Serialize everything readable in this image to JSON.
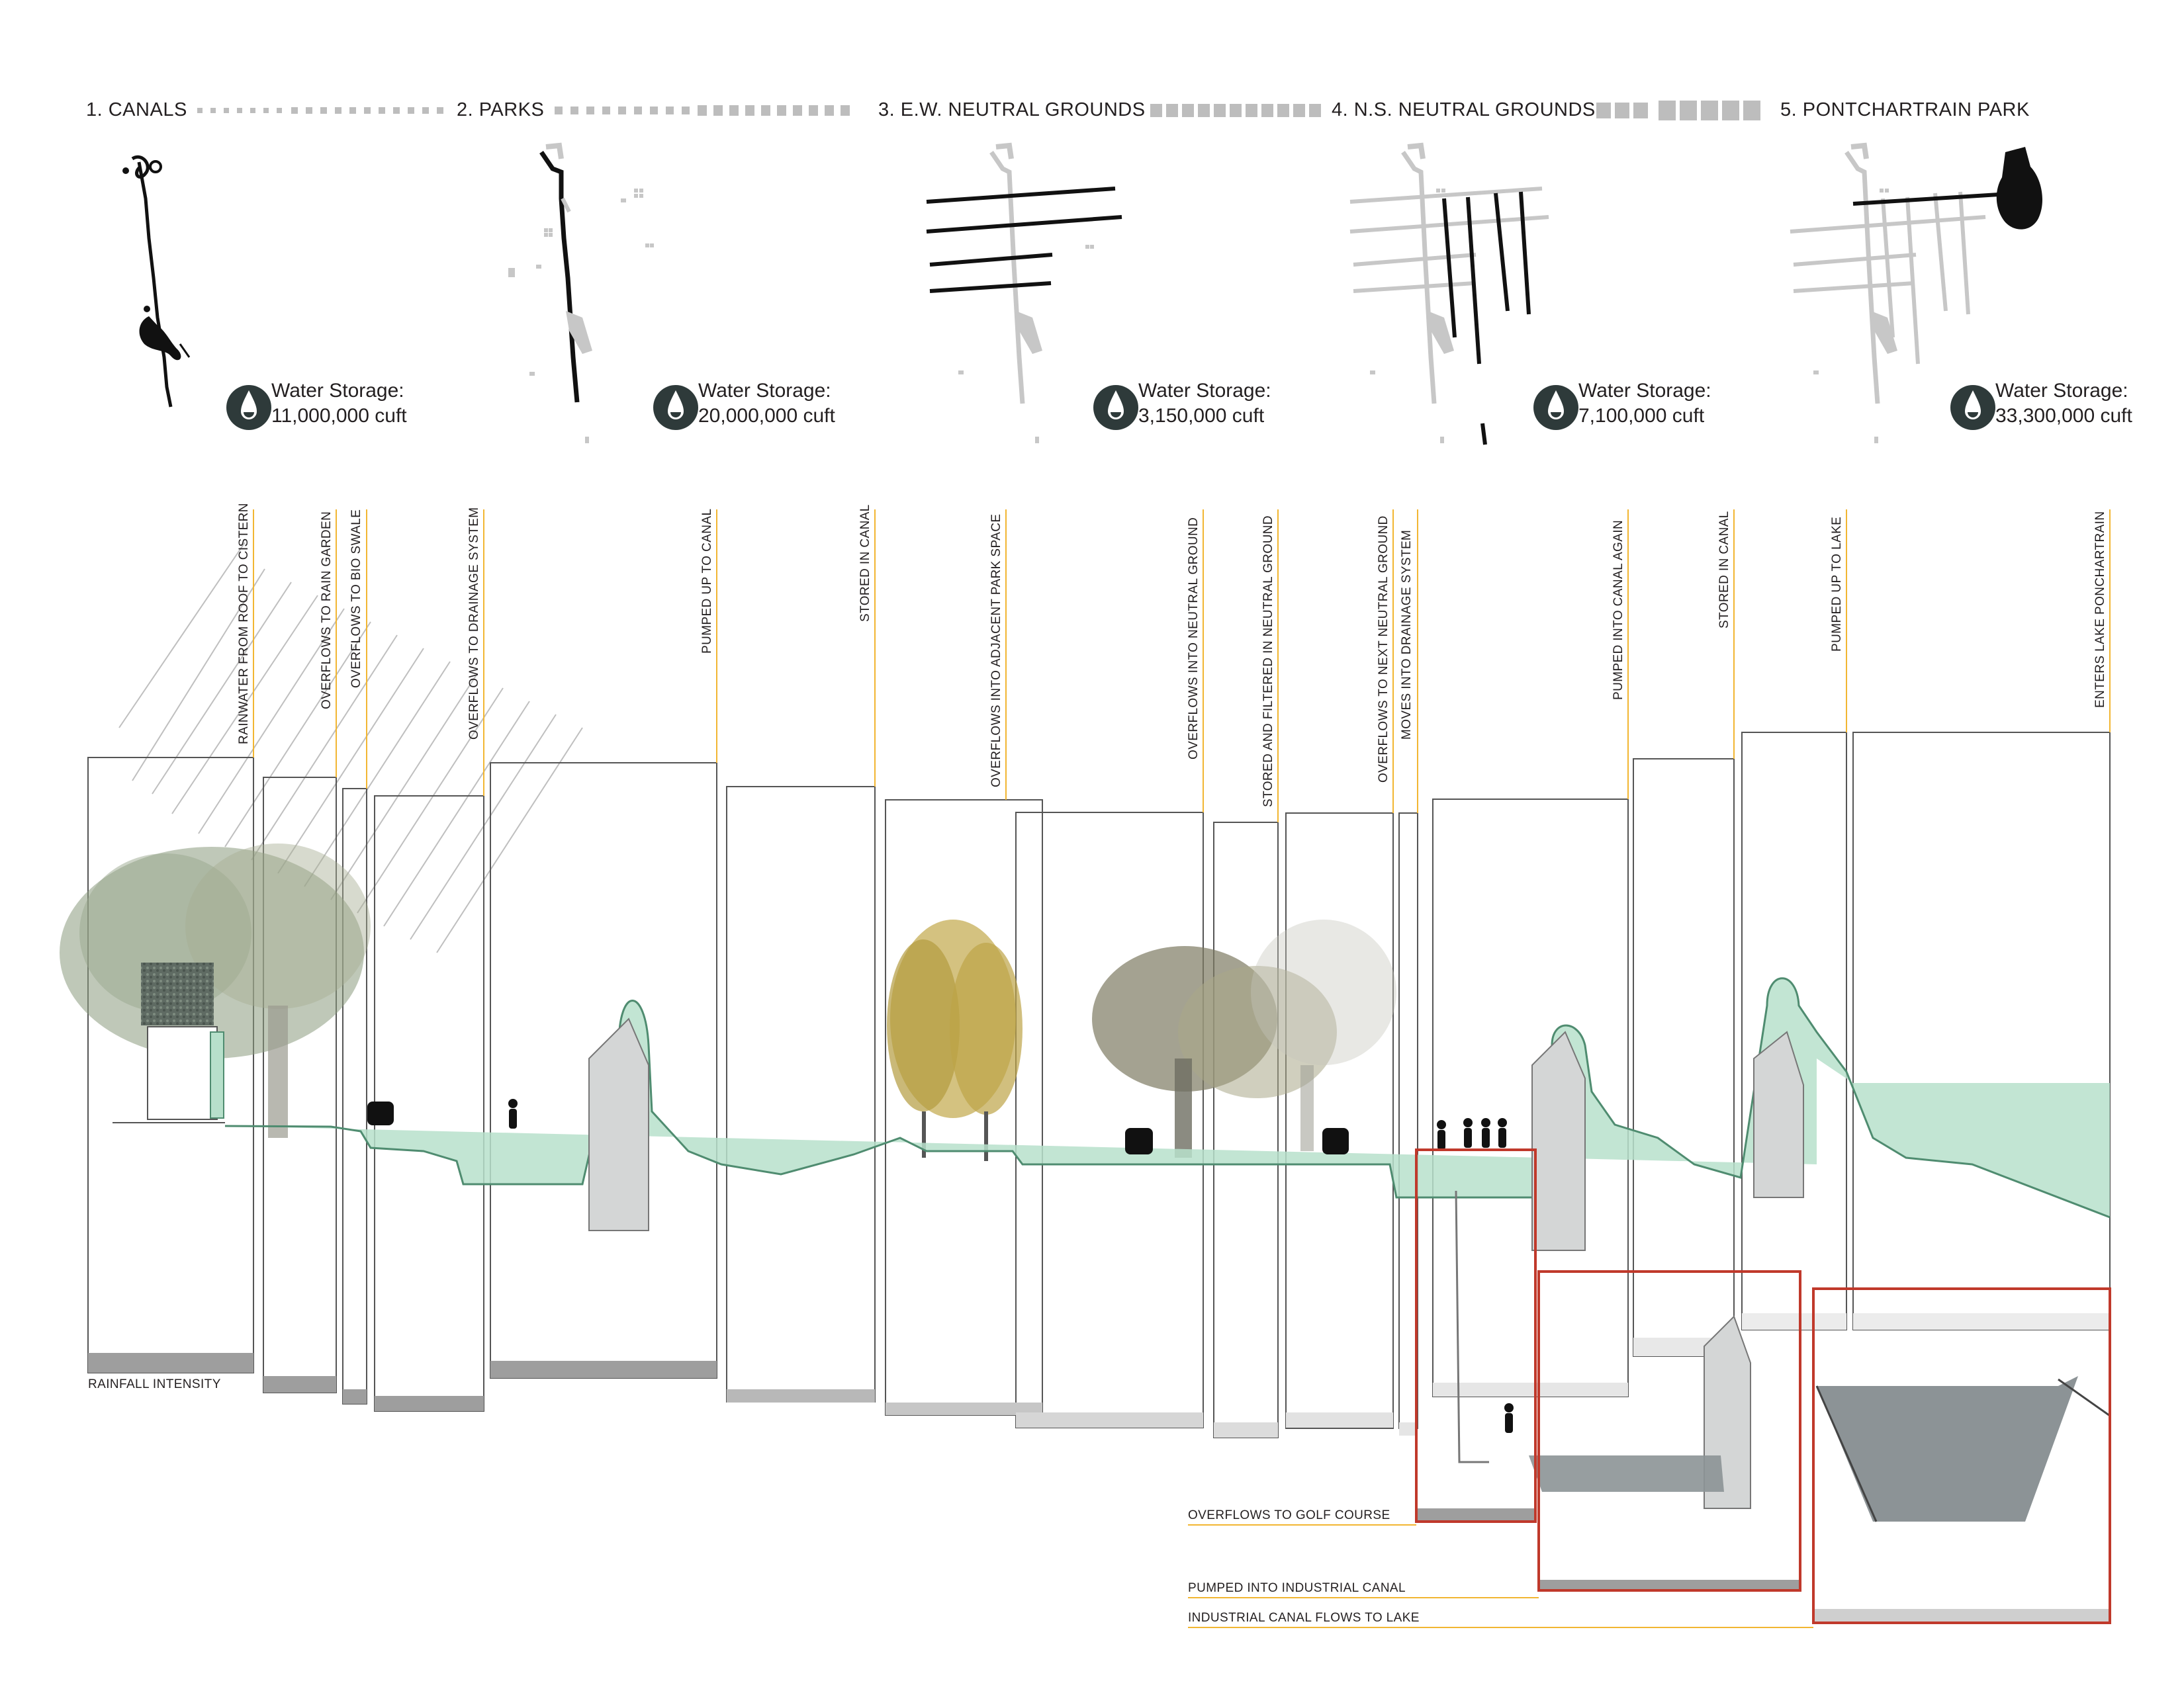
{
  "phases": [
    {
      "title": "1. CANALS",
      "storage_label": "Water Storage:",
      "storage_value": "11,000,000 cuft"
    },
    {
      "title": "2. PARKS",
      "storage_label": "Water Storage:",
      "storage_value": "20,000,000 cuft"
    },
    {
      "title": "3. E.W. NEUTRAL GROUNDS",
      "storage_label": "Water Storage:",
      "storage_value": "3,150,000 cuft"
    },
    {
      "title": "4. N.S. NEUTRAL GROUNDS",
      "storage_label": "Water Storage:",
      "storage_value": "7,100,000 cuft"
    },
    {
      "title": "5. PONTCHARTRAIN PARK",
      "storage_label": "Water Storage:",
      "storage_value": "33,300,000 cuft"
    }
  ],
  "process_steps": [
    "RAINWATER FROM ROOF TO CISTERN",
    "OVERFLOWS TO RAIN GARDEN",
    "OVERFLOWS TO BIO SWALE",
    "OVERFLOWS TO DRAINAGE SYSTEM",
    "PUMPED UP TO CANAL",
    "STORED IN CANAL",
    "OVERFLOWS INTO ADJACENT PARK SPACE",
    "OVERFLOWS INTO NEUTRAL GROUND",
    "STORED AND FILTERED IN NEUTRAL GROUND",
    "OVERFLOWS TO NEXT NEUTRAL GROUND",
    "MOVES INTO DRAINAGE SYSTEM",
    "PUMPED INTO CANAL AGAIN",
    "STORED IN CANAL",
    "PUMPED UP TO LAKE",
    "ENTERS LAKE PONCHARTRAIN"
  ],
  "rainfall_label": "RAINFALL INTENSITY",
  "alternate_steps": [
    "OVERFLOWS TO GOLF COURSE",
    "PUMPED INTO INDUSTRIAL CANAL",
    "INDUSTRIAL CANAL FLOWS TO LAKE"
  ],
  "colors": {
    "water": "#b7e0cb",
    "water_edge": "#4f8c70",
    "accent_line": "#f2b632",
    "highlight_box": "#c0392b",
    "structure": "#d4d6d6",
    "map_active": "#111111",
    "map_inactive": "#c7c7c7",
    "rainfall_bar": "#9e9e9e",
    "drop_icon": "#2e3a3a"
  },
  "icons": [
    "water-drop-icon",
    "person-silhouette-icon",
    "car-icon",
    "tree-icon",
    "cistern-icon",
    "pump-station-icon"
  ]
}
